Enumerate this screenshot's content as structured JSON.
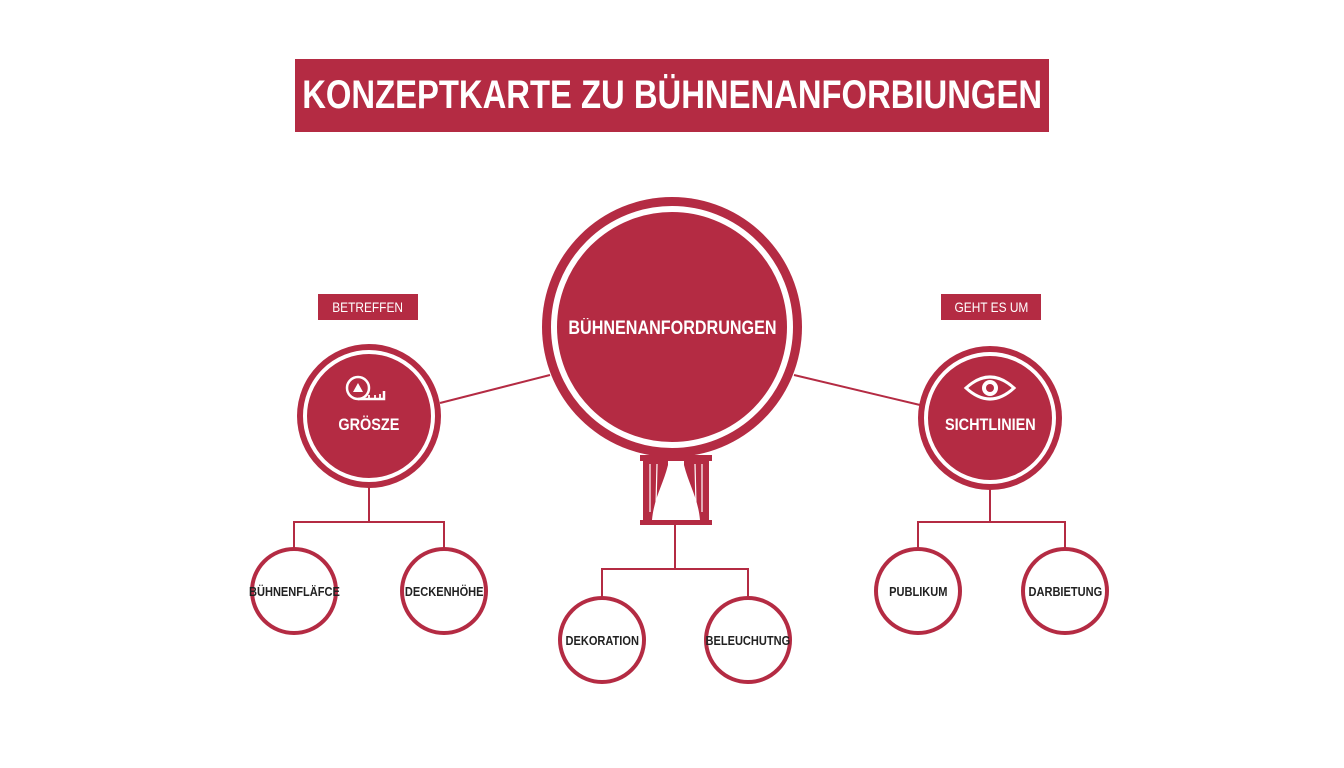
{
  "title": "KONZEPTKARTE ZU BÜHNENANFORBIUNGEN",
  "center": {
    "label": "BÜHNENANFORDRUNGEN",
    "icon": "curtain-icon"
  },
  "left": {
    "relation": "BETREFFEN",
    "label": "GRÖSZE",
    "icon": "tape-measure-icon",
    "children": [
      "BÜHNENFLÄFCE",
      "DECKENHÖHE"
    ]
  },
  "right": {
    "relation": "GEHT ES UM",
    "label": "SICHTLINIEN",
    "icon": "eye-icon",
    "children": [
      "PUBLIKUM",
      "DARBIETUNG"
    ]
  },
  "bottom": {
    "children": [
      "DEKORATION",
      "BELEUCHUTNG"
    ]
  },
  "colors": {
    "accent": "#b42b43",
    "background": "#ffffff"
  }
}
